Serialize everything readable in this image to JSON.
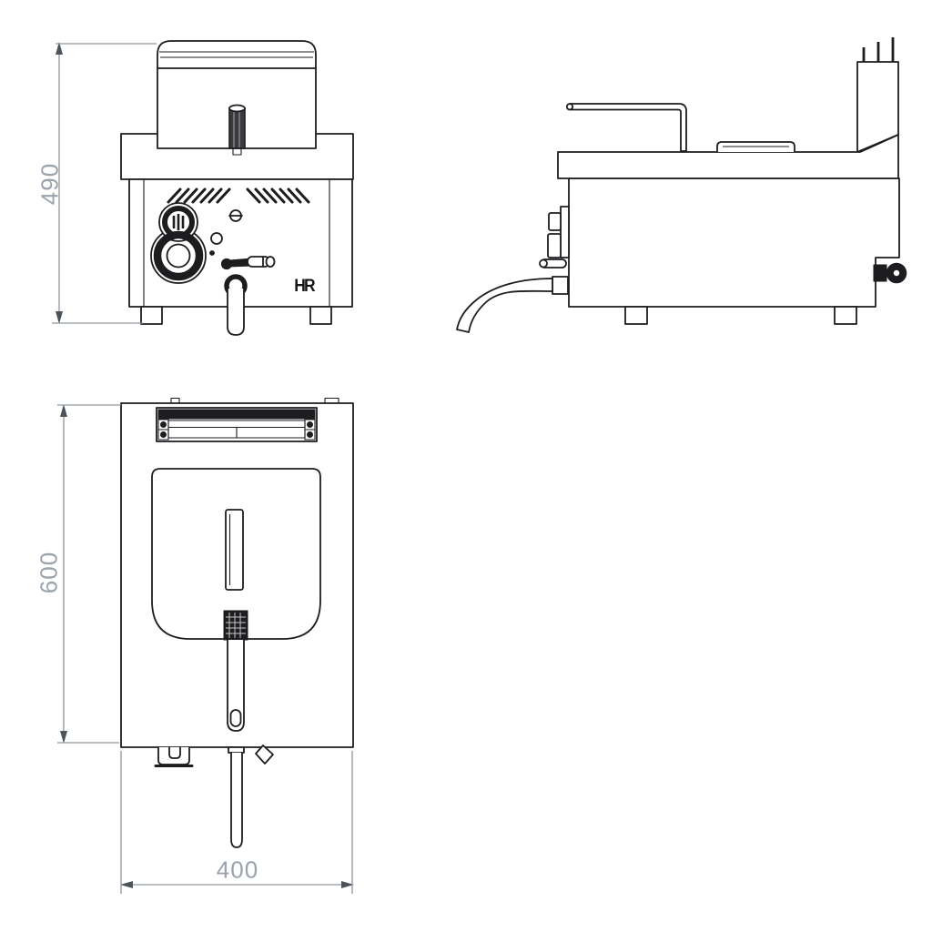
{
  "colors": {
    "line": "#1d1d20",
    "dim_line": "#8f969e",
    "dim_text": "#9aa2ac",
    "dark_fill": "#1d1d20",
    "background": "#ffffff"
  },
  "labels": {
    "height_dimension": "490",
    "depth_dimension": "600",
    "width_dimension": "400",
    "brand_logo": "HR"
  }
}
